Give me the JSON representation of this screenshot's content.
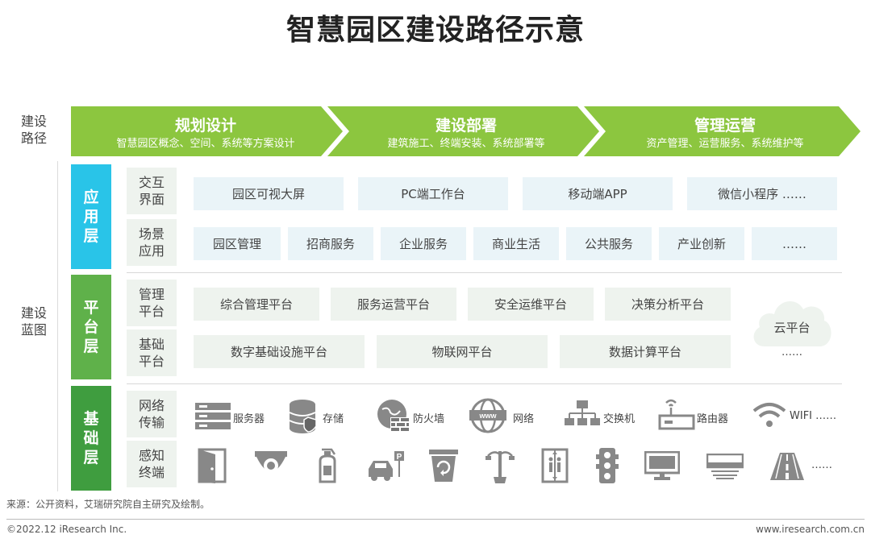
{
  "title": "智慧园区建设路径示意",
  "side_labels": {
    "path": "建设\n路径",
    "blueprint": "建设\n蓝图"
  },
  "path_steps": [
    {
      "title": "规划设计",
      "subtitle": "智慧园区概念、空间、系统等方案设计"
    },
    {
      "title": "建设部署",
      "subtitle": "建筑施工、终端安装、系统部署等"
    },
    {
      "title": "管理运营",
      "subtitle": "资产管理、运营服务、系统维护等"
    }
  ],
  "layers": {
    "application": {
      "label": "应\n用\n层",
      "interaction": {
        "label": "交互\n界面",
        "items": [
          "园区可视大屏",
          "PC端工作台",
          "移动端APP",
          "微信小程序 ……"
        ]
      },
      "scenario": {
        "label": "场景\n应用",
        "items": [
          "园区管理",
          "招商服务",
          "企业服务",
          "商业生活",
          "公共服务",
          "产业创新",
          "……"
        ]
      }
    },
    "platform": {
      "label": "平\n台\n层",
      "management": {
        "label": "管理\n平台",
        "items": [
          "综合管理平台",
          "服务运营平台",
          "安全运维平台",
          "决策分析平台"
        ]
      },
      "infrastructure": {
        "label": "基础\n平台",
        "items": [
          "数字基础设施平台",
          "物联网平台",
          "数据计算平台"
        ]
      },
      "cloud": {
        "label": "云平台",
        "more": "……"
      }
    },
    "foundation": {
      "label": "基\n础\n层",
      "network": {
        "label": "网络\n传输",
        "items": [
          {
            "icon": "server-icon",
            "label": "服务器"
          },
          {
            "icon": "storage-icon",
            "label": "存储"
          },
          {
            "icon": "firewall-icon",
            "label": "防火墙"
          },
          {
            "icon": "network-icon",
            "label": "网络"
          },
          {
            "icon": "switch-icon",
            "label": "交换机"
          },
          {
            "icon": "router-icon",
            "label": "路由器"
          },
          {
            "icon": "wifi-icon",
            "label": "WIFI ……"
          }
        ]
      },
      "sensing": {
        "label": "感知\n终端",
        "items": [
          {
            "icon": "door-icon"
          },
          {
            "icon": "camera-icon"
          },
          {
            "icon": "extinguisher-icon"
          },
          {
            "icon": "parking-icon"
          },
          {
            "icon": "trash-bin-icon"
          },
          {
            "icon": "street-lamp-icon"
          },
          {
            "icon": "elevator-icon"
          },
          {
            "icon": "traffic-light-icon"
          },
          {
            "icon": "monitor-icon"
          },
          {
            "icon": "air-conditioner-icon"
          },
          {
            "icon": "road-icon"
          }
        ],
        "more": "……"
      }
    }
  },
  "colors": {
    "path_green": "#8cc63f",
    "app_blue": "#29c4e8",
    "platform_green": "#5fb14a",
    "foundation_green": "#3f9d3f"
  },
  "source": "来源：公开资料，艾瑞研究院自主研究及绘制。",
  "footer": {
    "left": "©2022.12 iResearch Inc.",
    "right": "www.iresearch.com.cn"
  }
}
